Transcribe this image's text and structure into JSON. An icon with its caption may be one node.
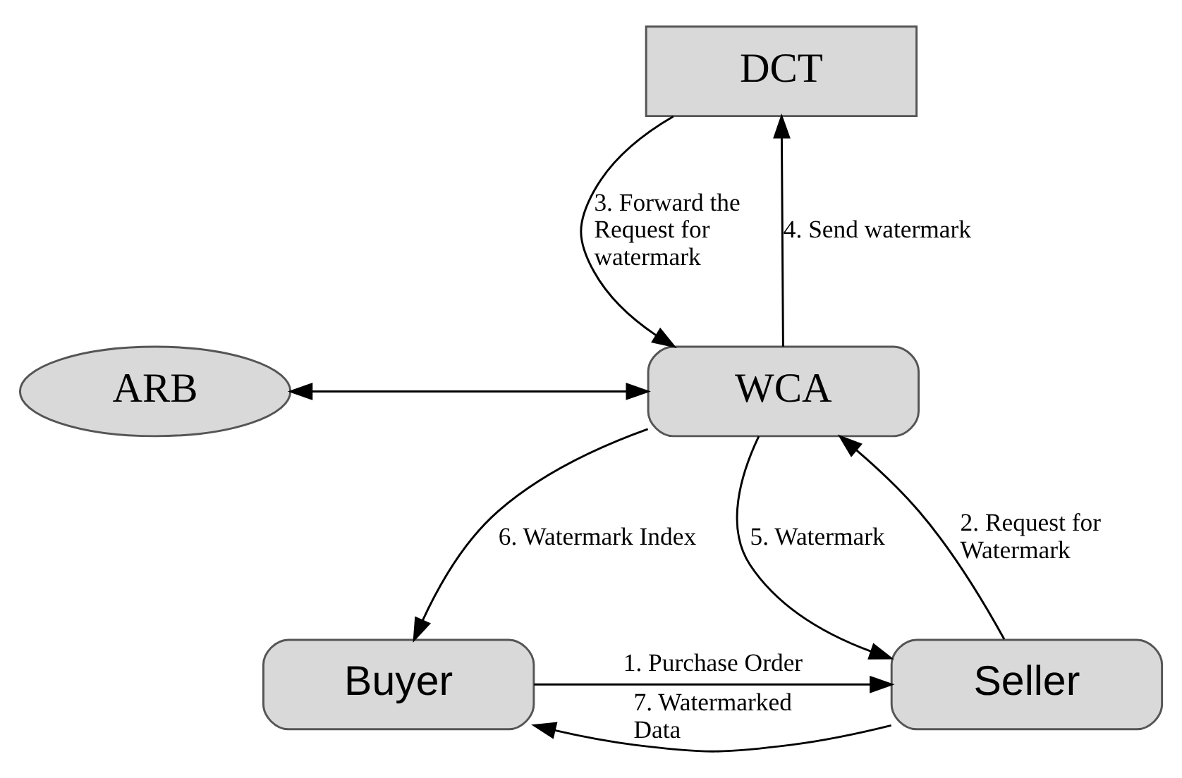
{
  "diagram": {
    "nodes": [
      {
        "text": [
          "DCT"
        ]
      },
      {
        "text": [
          "ARB"
        ]
      },
      {
        "text": [
          "WCA"
        ]
      },
      {
        "text": [
          "Buyer"
        ]
      },
      {
        "text": [
          "Seller"
        ]
      }
    ],
    "edges": [
      {
        "from": 2,
        "to": 0,
        "arrow": "to",
        "label": "4. Send watermark"
      },
      {
        "from": 0,
        "to": 2,
        "arrow": "to",
        "label": "3. Forward the Request for watermark"
      },
      {
        "from": 1,
        "to": 2,
        "arrow": "both"
      },
      {
        "from": 2,
        "to": 3,
        "arrow": "to",
        "label": "6. Watermark Index"
      },
      {
        "from": 2,
        "to": 4,
        "arrow": "to",
        "label": "5. Watermark"
      },
      {
        "from": 4,
        "to": 2,
        "arrow": "to",
        "label": "2. Request for Watermark"
      },
      {
        "from": 4,
        "to": 3,
        "arrow": "to",
        "label": "7. Watermarked Data"
      },
      {
        "from": 3,
        "to": 4,
        "arrow": "to",
        "label": "1. Purchase Order"
      }
    ]
  }
}
